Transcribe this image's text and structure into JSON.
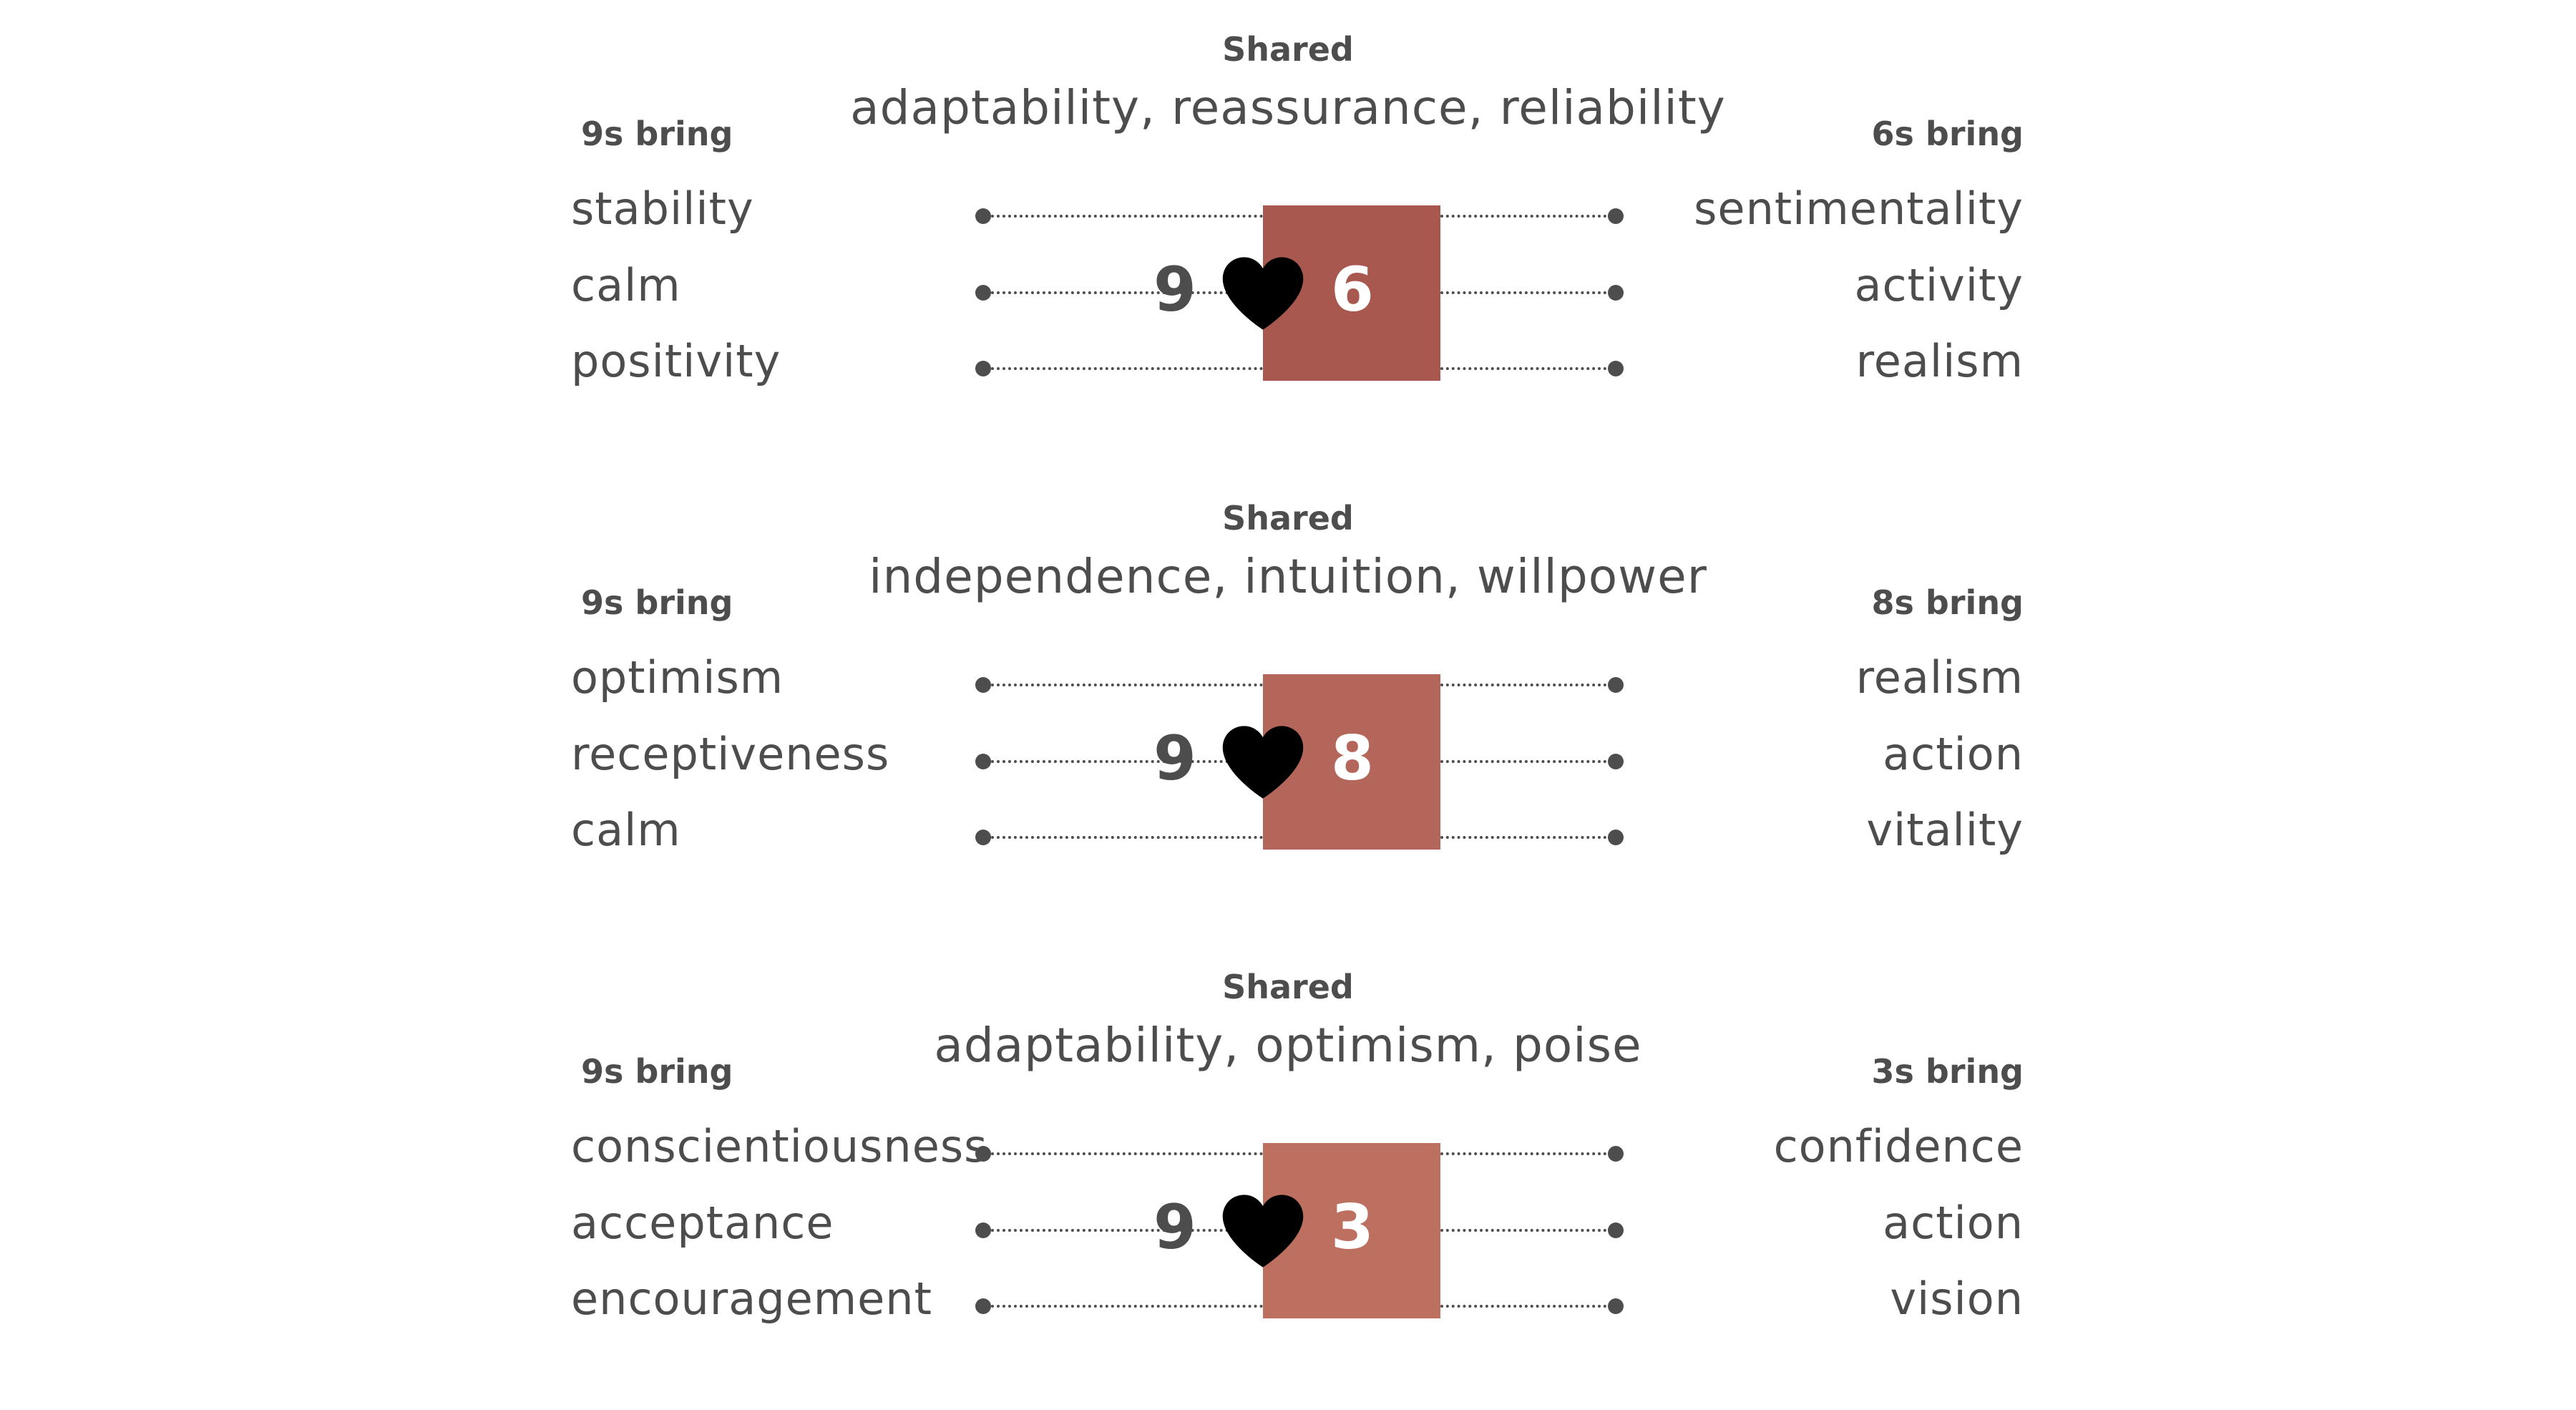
{
  "panels": [
    {
      "shared_label": "Shared",
      "shared_values": "adaptability, reassurance, reliability",
      "left_heading": "9s bring",
      "right_heading": "6s bring",
      "left_traits": [
        "stability",
        "calm",
        "positivity"
      ],
      "right_traits": [
        "sentimentality",
        "activity",
        "realism"
      ],
      "left_number": "9",
      "right_number": "6",
      "box_color": "#a8584e"
    },
    {
      "shared_label": "Shared",
      "shared_values": "independence, intuition, willpower",
      "left_heading": "9s bring",
      "right_heading": "8s bring",
      "left_traits": [
        "optimism",
        "receptiveness",
        "calm"
      ],
      "right_traits": [
        "realism",
        "action",
        "vitality"
      ],
      "left_number": "9",
      "right_number": "8",
      "box_color": "#b5665a"
    },
    {
      "shared_label": "Shared",
      "shared_values": "adaptability, optimism, poise",
      "left_heading": "9s bring",
      "right_heading": "3s bring",
      "left_traits": [
        "conscientiousness",
        "acceptance",
        "encouragement"
      ],
      "right_traits": [
        "confidence",
        "action",
        "vision"
      ],
      "left_number": "9",
      "right_number": "3",
      "box_color": "#bd7060"
    }
  ],
  "icons": {
    "heart": "heart-icon"
  },
  "colors": {
    "text": "#4d4d4d",
    "heart": "#000000",
    "background": "#ffffff"
  }
}
